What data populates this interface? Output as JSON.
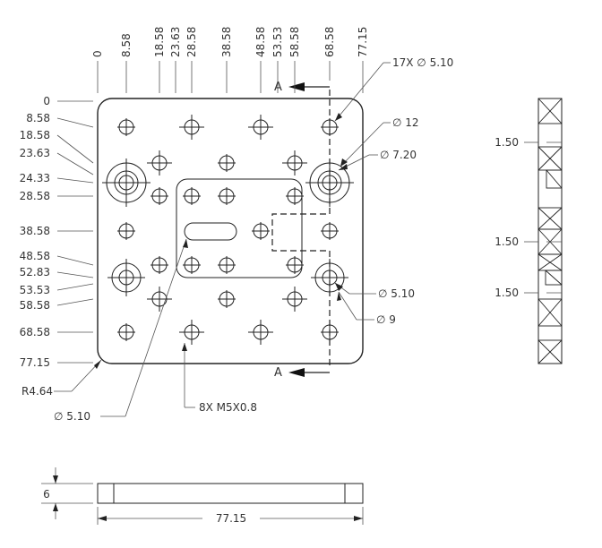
{
  "top_view": {
    "x_dims": [
      "0",
      "8.58",
      "18.58",
      "23.63",
      "28.58",
      "38.58",
      "48.58",
      "53.53",
      "58.58",
      "68.58",
      "77.15"
    ],
    "y_dims": [
      "0",
      "8.58",
      "18.58",
      "23.63",
      "24.33",
      "28.58",
      "38.58",
      "48.58",
      "52.83",
      "53.53",
      "58.58",
      "68.58",
      "77.15"
    ],
    "section_label_top": "A",
    "section_label_bottom": "A",
    "callouts": {
      "counterbore_top": "17X ∅ 5.10",
      "dia_12": "∅ 12",
      "dia_7_20": "∅ 7.20",
      "dia_5_10_right": "∅ 5.10",
      "dia_9": "∅ 9",
      "corner_radius": "R4.64",
      "dia_5_10_slot": "∅ 5.10",
      "tapped_holes": "8X M5X0.8"
    }
  },
  "section_view": {
    "dims": [
      "1.50",
      "1.50",
      "1.50"
    ]
  },
  "side_view": {
    "thickness": "6",
    "width": "77.15"
  }
}
